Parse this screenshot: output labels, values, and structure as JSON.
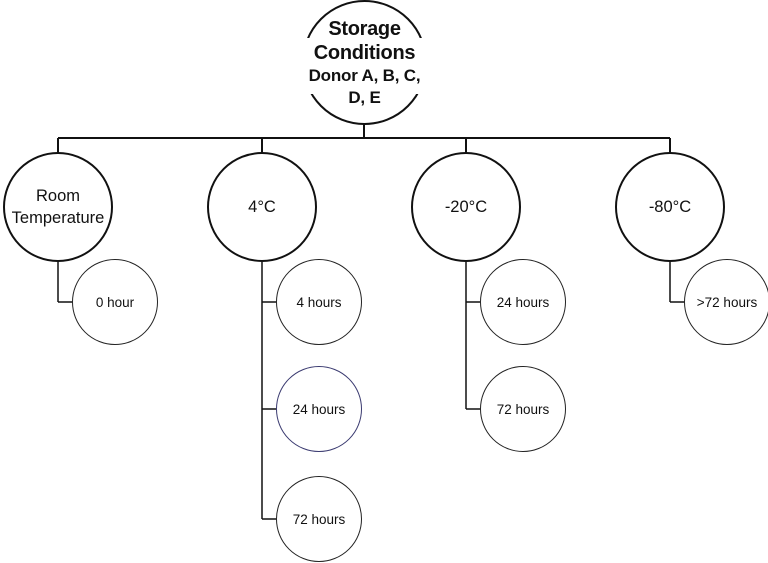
{
  "root": {
    "title": "Storage Conditions",
    "subtitle": "Donor A, B, C, D, E"
  },
  "conditions": [
    {
      "label_line1": "Room",
      "label_line2": "Temperature",
      "timepoints": [
        "0 hour"
      ]
    },
    {
      "label_line1": "4°C",
      "label_line2": "",
      "timepoints": [
        "4 hours",
        "24 hours",
        "72 hours"
      ]
    },
    {
      "label_line1": "-20°C",
      "label_line2": "",
      "timepoints": [
        "24 hours",
        "72 hours"
      ]
    },
    {
      "label_line1": "-80°C",
      "label_line2": "",
      "timepoints": [
        ">72 hours"
      ]
    }
  ],
  "colors": {
    "line": "#111111",
    "highlight_border": "#3a3a70"
  }
}
